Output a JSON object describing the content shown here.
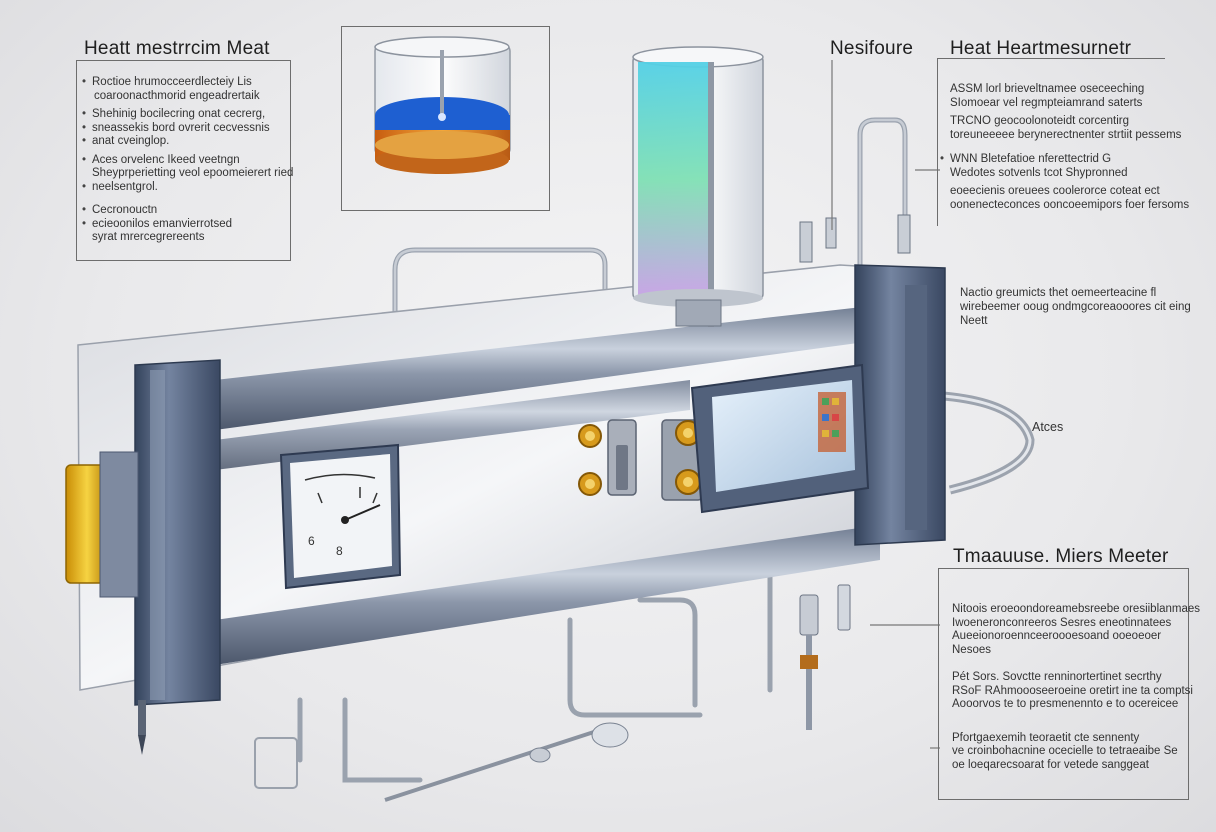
{
  "header_left": "Heatt mestrrcim Meat",
  "header_right_a": "Nesifoure",
  "header_right_b": "Heat Heartmesurnetr",
  "header_bottom_right": "Tmaauuse. Miers Meeter",
  "side_label": "Atces",
  "left_notes": [
    {
      "bullet": true,
      "text": "Roctioe hrumocceerdlecteiy Lis"
    },
    {
      "bullet": false,
      "text": "coaroonacthmorid engeadrertaik"
    },
    {
      "bullet": true,
      "text": "Shehinig bocilecring onat cecrerg,"
    },
    {
      "bullet": true,
      "text": "sneassekis bord ovrerit cecvessnis"
    },
    {
      "bullet": true,
      "text": "anat cveinglop."
    },
    {
      "bullet": true,
      "text": "Aces orvelenc Ikeed veetngn"
    },
    {
      "bullet": false,
      "text": "Sheyprperietting veol epoomeierert ried"
    },
    {
      "bullet": true,
      "text": "neelsentgrol."
    },
    {
      "bullet": true,
      "text": "Cecronouctn"
    },
    {
      "bullet": true,
      "text": "ecieoonilos emanvierrotsed"
    },
    {
      "bullet": false,
      "text": "syrat mrercegrereents"
    }
  ],
  "right_notes_top": [
    {
      "bullet": false,
      "text": "ASSM lorl brieveltnamee oseceeching"
    },
    {
      "bullet": false,
      "text": "SIomoear vel regmpteiamrand saterts"
    },
    {
      "bullet": false,
      "text": "TRCNO geocoolonoteidt corcentirg"
    },
    {
      "bullet": false,
      "text": "toreuneeeee berynerectnenter strtiit pessems"
    },
    {
      "bullet": true,
      "text": "WNN Bletefatioe nferettectrid G"
    },
    {
      "bullet": false,
      "text": "Wedotes sotvenls tcot Shypronned"
    },
    {
      "bullet": false,
      "text": "eoeecienis oreuees coolerorce coteat ect"
    },
    {
      "bullet": false,
      "text": "oonenecteconces ooncoeemipors foer fersoms"
    }
  ],
  "right_notes_mid": [
    "Nactio greumicts thet oemeerteacine fl",
    "wirebeemer ooug ondmgcoreaooores cit eing",
    "Neett"
  ],
  "right_notes_bottom": [
    "Nitoois eroeoondoreamebsreebe oresiiblanmaes",
    "Iwoeneronconreeros Sesres eneotinnatees",
    "Aueeionoroennceeroooesoand ooeoeoer",
    "Nesoes",
    "",
    "Pét Sors. Sovctte renninortertinet secrthy",
    "RSoF RAhmoooseeroeine oretirt ine ta comptsi",
    "Aooorvos te to presmenennto e to ocereicee",
    "",
    "Pfortgaexemih teoraetit cte sennenty",
    "ve croinbohacnine ocecielle to tetraeaibe Se",
    "oe loeqarecsoarat for vetede sanggeat"
  ],
  "gauge_labels": [
    "6",
    "8"
  ],
  "colors": {
    "background": "#ebebec",
    "steel": "#8a96a8",
    "frame": "#4a5a74",
    "liquid_blue": "#1e5fd1",
    "copper": "#d07a1c",
    "column_top": "#53d0e6",
    "column_bottom": "#c7a2e5"
  },
  "icons": [
    "heat-exchanger-frame",
    "flow-pipe",
    "gauge-dial",
    "digital-display",
    "temperature-probe",
    "fluid-cylinder",
    "sample-beaker"
  ]
}
